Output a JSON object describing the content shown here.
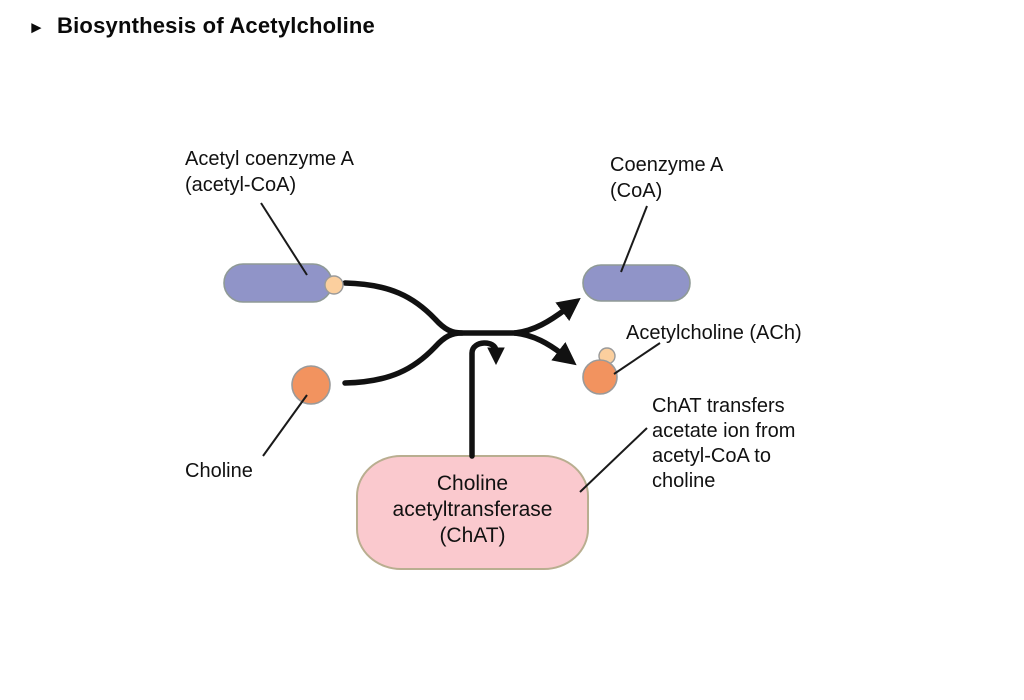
{
  "title": {
    "bullet": "►",
    "text": "Biosynthesis of Acetylcholine"
  },
  "diagram": {
    "labels": {
      "acetyl_coa": "Acetyl coenzyme A\n(acetyl-CoA)",
      "coenzyme_a": "Coenzyme A\n(CoA)",
      "acetylcholine": "Acetylcholine (ACh)",
      "choline": "Choline",
      "chat_note": "ChAT transfers\nacetate ion from\nacetyl-CoA to\ncholine",
      "enzyme_box": "Choline\nacetyltransferase\n(ChAT)"
    },
    "colors": {
      "pill_fill": "#9094c8",
      "pill_stroke": "#8f9a96",
      "circle_fill": "#f2935f",
      "dot_fill": "#fbcf9e",
      "box_fill": "#fac9ce",
      "box_stroke": "#b9ae90",
      "arrow_color": "#111111",
      "pointer_color": "#1a1a1a"
    }
  }
}
